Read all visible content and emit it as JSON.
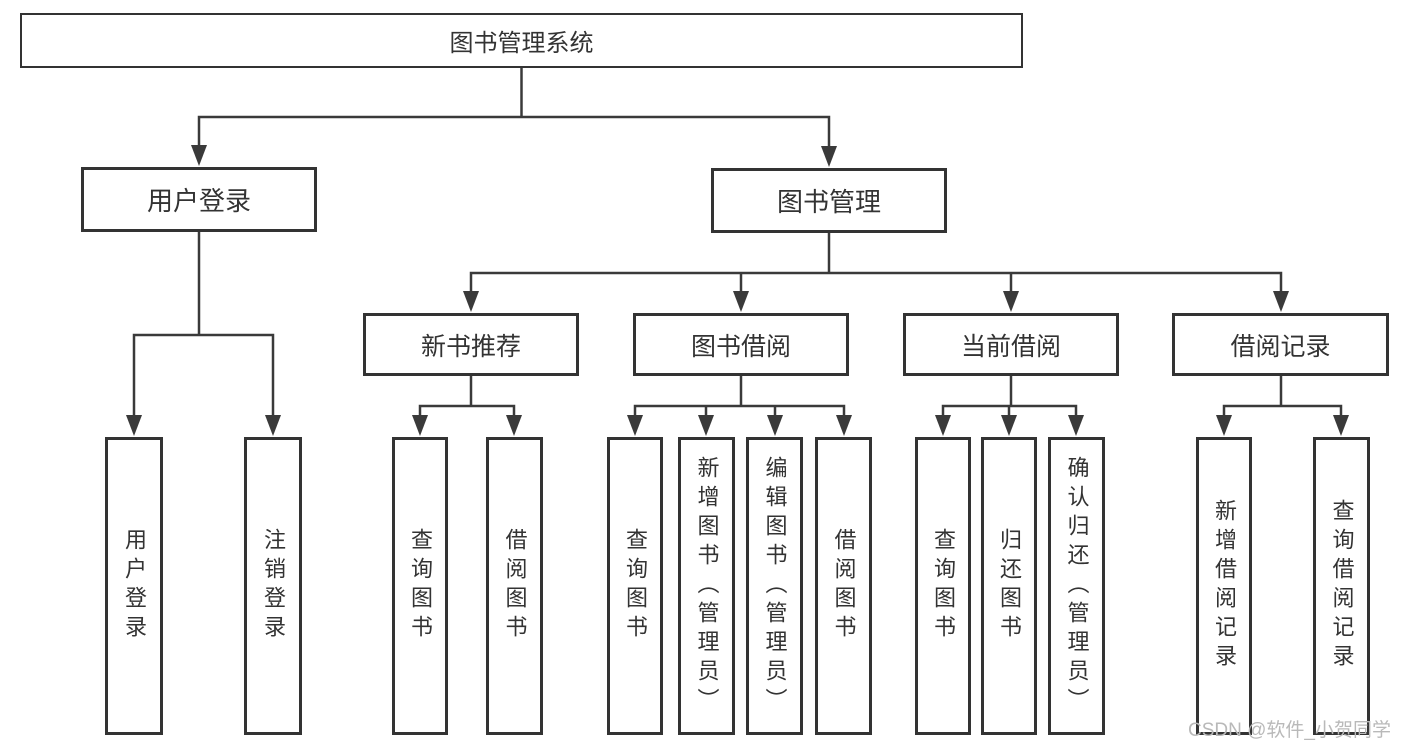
{
  "diagram": {
    "root": {
      "label": "图书管理系统"
    },
    "level2": [
      {
        "label": "用户登录",
        "children": [
          {
            "label": "用户登录"
          },
          {
            "label": "注销登录"
          }
        ]
      },
      {
        "label": "图书管理",
        "children": [
          {
            "label": "新书推荐",
            "children": [
              {
                "label": "查询图书"
              },
              {
                "label": "借阅图书"
              }
            ]
          },
          {
            "label": "图书借阅",
            "children": [
              {
                "label": "查询图书"
              },
              {
                "label": "新增图书（管理员）"
              },
              {
                "label": "编辑图书（管理员）"
              },
              {
                "label": "借阅图书"
              }
            ]
          },
          {
            "label": "当前借阅",
            "children": [
              {
                "label": "查询图书"
              },
              {
                "label": "归还图书"
              },
              {
                "label": "确认归还（管理员）"
              }
            ]
          },
          {
            "label": "借阅记录",
            "children": [
              {
                "label": "新增借阅记录"
              },
              {
                "label": "查询借阅记录"
              }
            ]
          }
        ]
      }
    ]
  },
  "watermark": {
    "text": "CSDN @软件_小贺同学"
  },
  "colors": {
    "line": "#3a3a3a",
    "box_border": "#333333",
    "text": "#333333",
    "watermark": "#b9b9b9",
    "background": "#ffffff"
  }
}
